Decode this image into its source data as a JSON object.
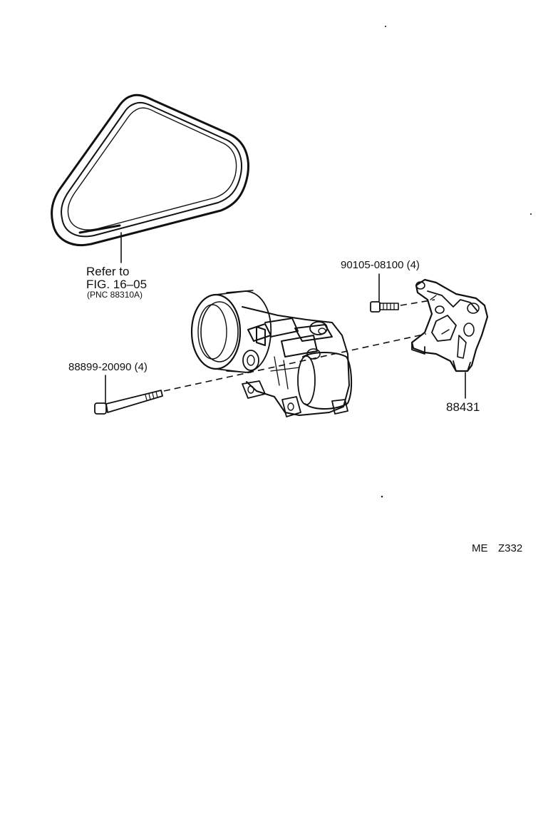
{
  "belt": {
    "refer_line1": "Refer to",
    "refer_line2": "FIG. 16–05",
    "refer_line3": "(PNC 88310A)"
  },
  "bolt_small": {
    "part_number": "90105-08100 (4)"
  },
  "bolt_long": {
    "part_number": "88899-20090 (4)"
  },
  "bracket": {
    "part_number": "88431"
  },
  "diagram_code": {
    "prefix": "ME",
    "code": "Z332"
  }
}
